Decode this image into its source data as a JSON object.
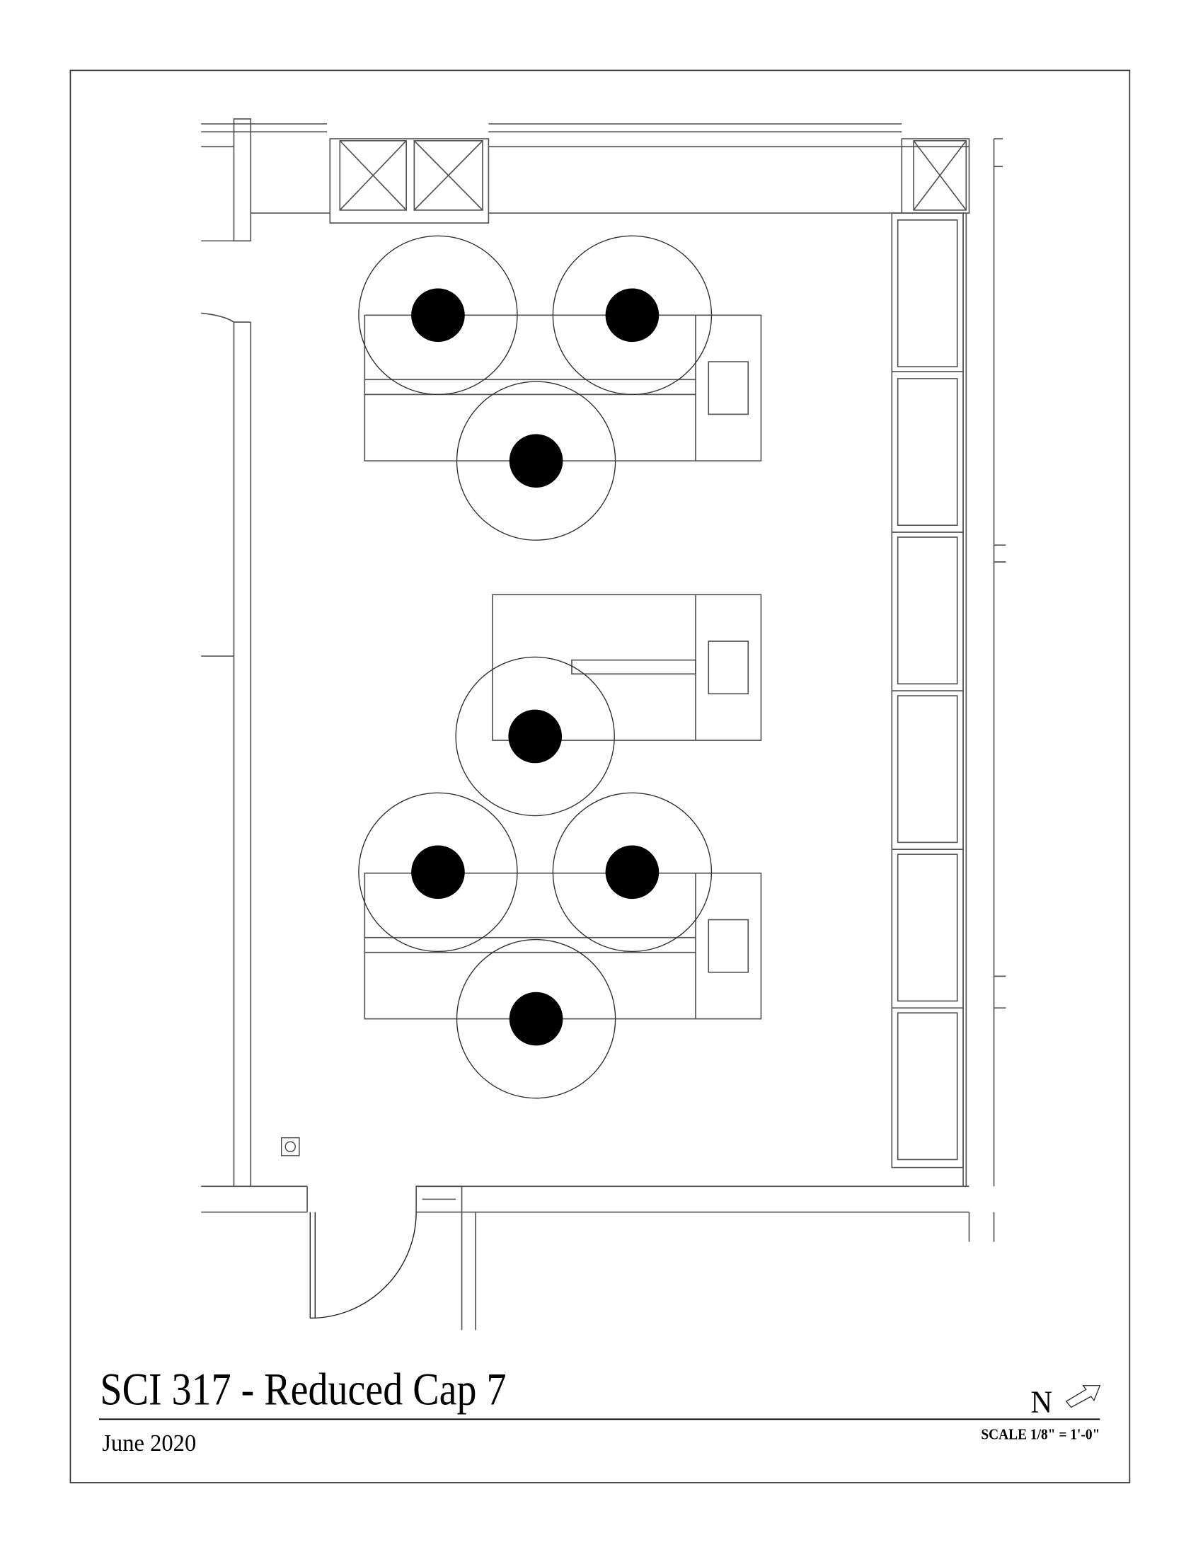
{
  "title_block": {
    "title": "SCI 317 - Reduced Cap 7",
    "date": "June 2020",
    "scale": "SCALE 1/8\" = 1'-0\"",
    "north_label": "N"
  },
  "plan": {
    "seat_count": 7,
    "icons": [
      "north-arrow-icon",
      "seat-dot-icon",
      "outlet-icon"
    ]
  }
}
